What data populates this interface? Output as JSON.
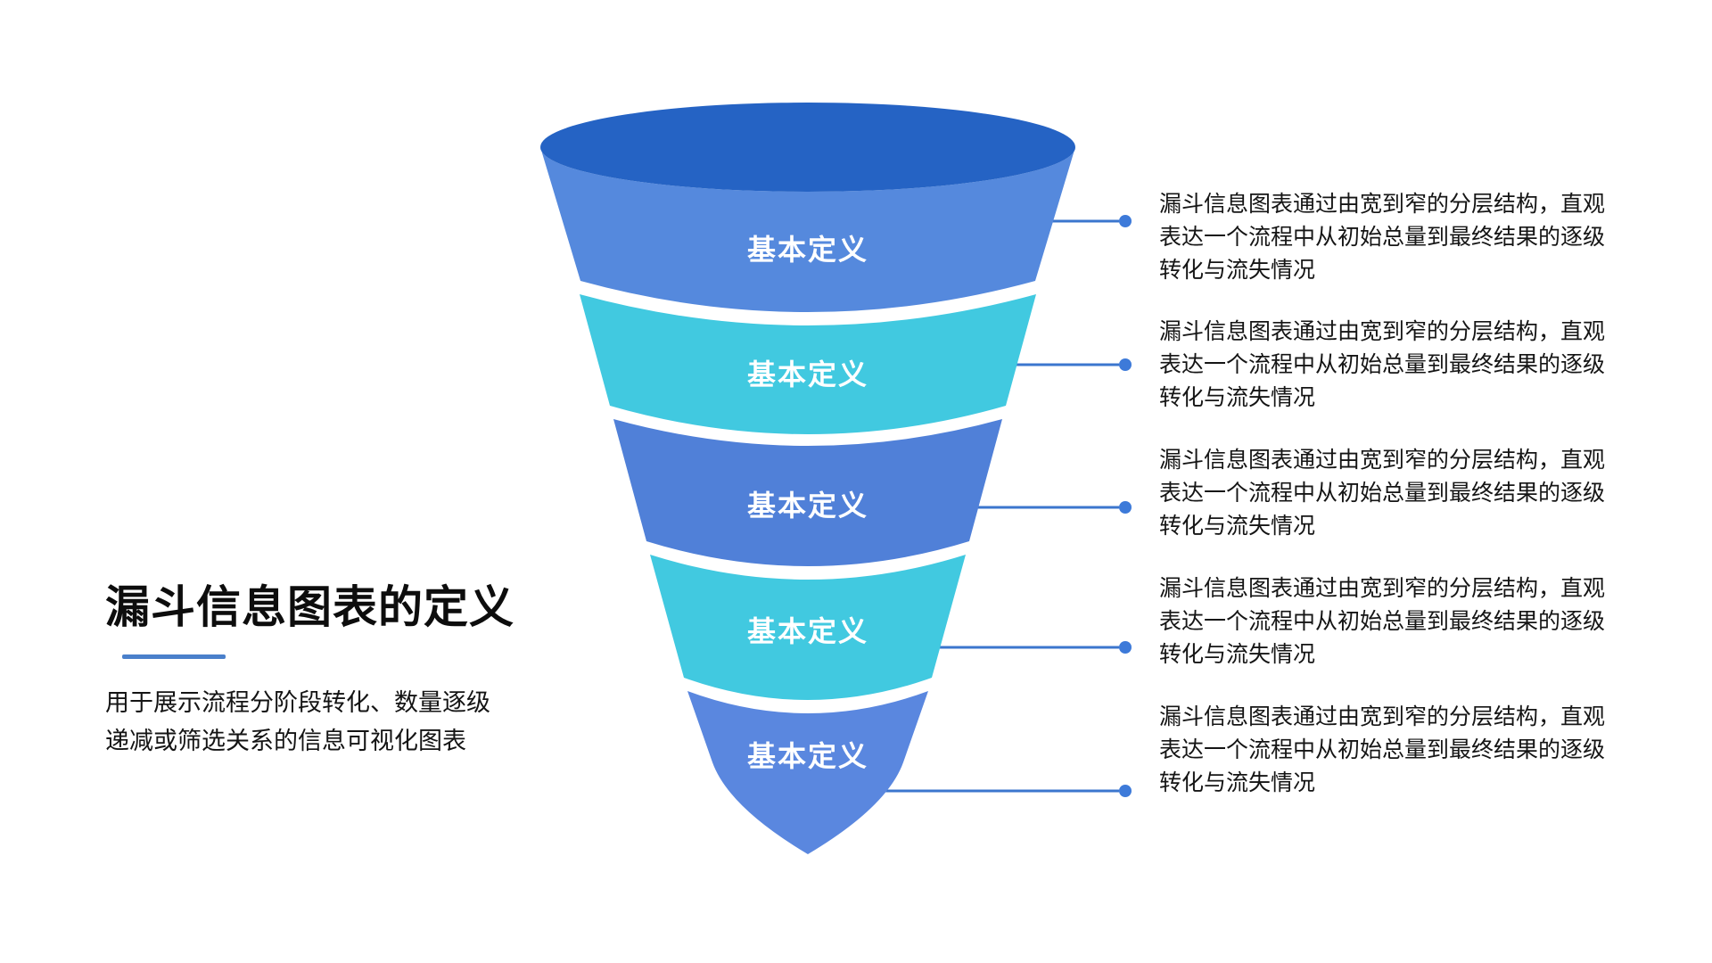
{
  "page": {
    "background_color": "#FFFFFF"
  },
  "left_panel": {
    "title": "漏斗信息图表的定义",
    "description": "用于展示流程分阶段转化、数量逐级\n递减或筛选关系的信息可视化图表",
    "accent_color": "#4A80CB",
    "text_color": "#141414"
  },
  "funnel": {
    "top_ellipse_color": "#2563C4",
    "label_color": "#FFFFFF",
    "layers": [
      {
        "label": "基本定义",
        "color": "#5589DD"
      },
      {
        "label": "基本定义",
        "color": "#41C9E0"
      },
      {
        "label": "基本定义",
        "color": "#5080D8"
      },
      {
        "label": "基本定义",
        "color": "#41C9E0"
      },
      {
        "label": "基本定义",
        "color": "#5A87DF"
      }
    ]
  },
  "annotations": {
    "connector_color": "#3B76CE",
    "dot_color": "#3D7AD9",
    "items": [
      {
        "text": "漏斗信息图表通过由宽到窄的分层结构，直观\n表达一个流程中从初始总量到最终结果的逐级\n转化与流失情况"
      },
      {
        "text": "漏斗信息图表通过由宽到窄的分层结构，直观\n表达一个流程中从初始总量到最终结果的逐级\n转化与流失情况"
      },
      {
        "text": "漏斗信息图表通过由宽到窄的分层结构，直观\n表达一个流程中从初始总量到最终结果的逐级\n转化与流失情况"
      },
      {
        "text": "漏斗信息图表通过由宽到窄的分层结构，直观\n表达一个流程中从初始总量到最终结果的逐级\n转化与流失情况"
      },
      {
        "text": "漏斗信息图表通过由宽到窄的分层结构，直观\n表达一个流程中从初始总量到最终结果的逐级\n转化与流失情况"
      }
    ]
  }
}
